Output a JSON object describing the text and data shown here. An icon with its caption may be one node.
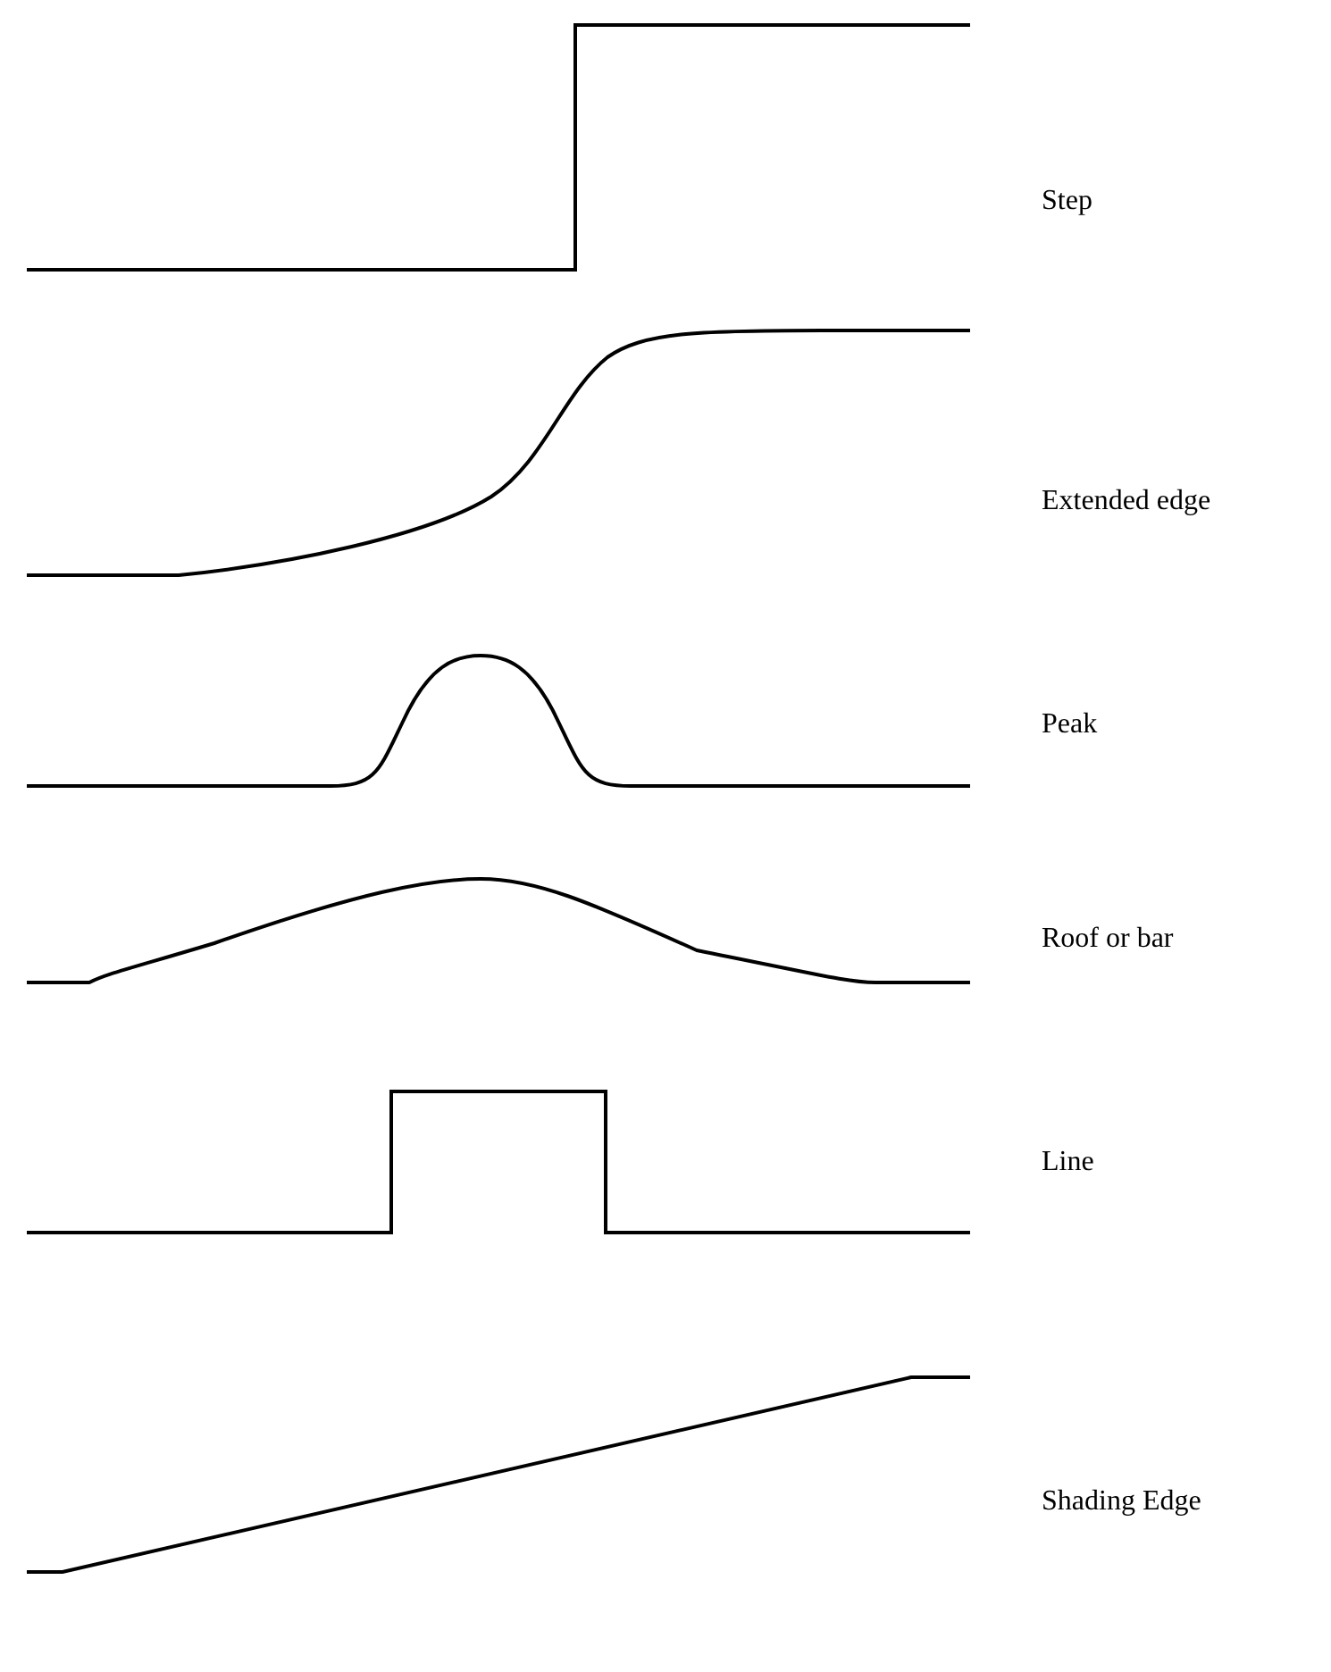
{
  "diagram": {
    "labels": [
      "Step",
      "Extended edge",
      "Peak",
      "Roof or bar",
      "Line",
      "Shading Edge"
    ]
  }
}
